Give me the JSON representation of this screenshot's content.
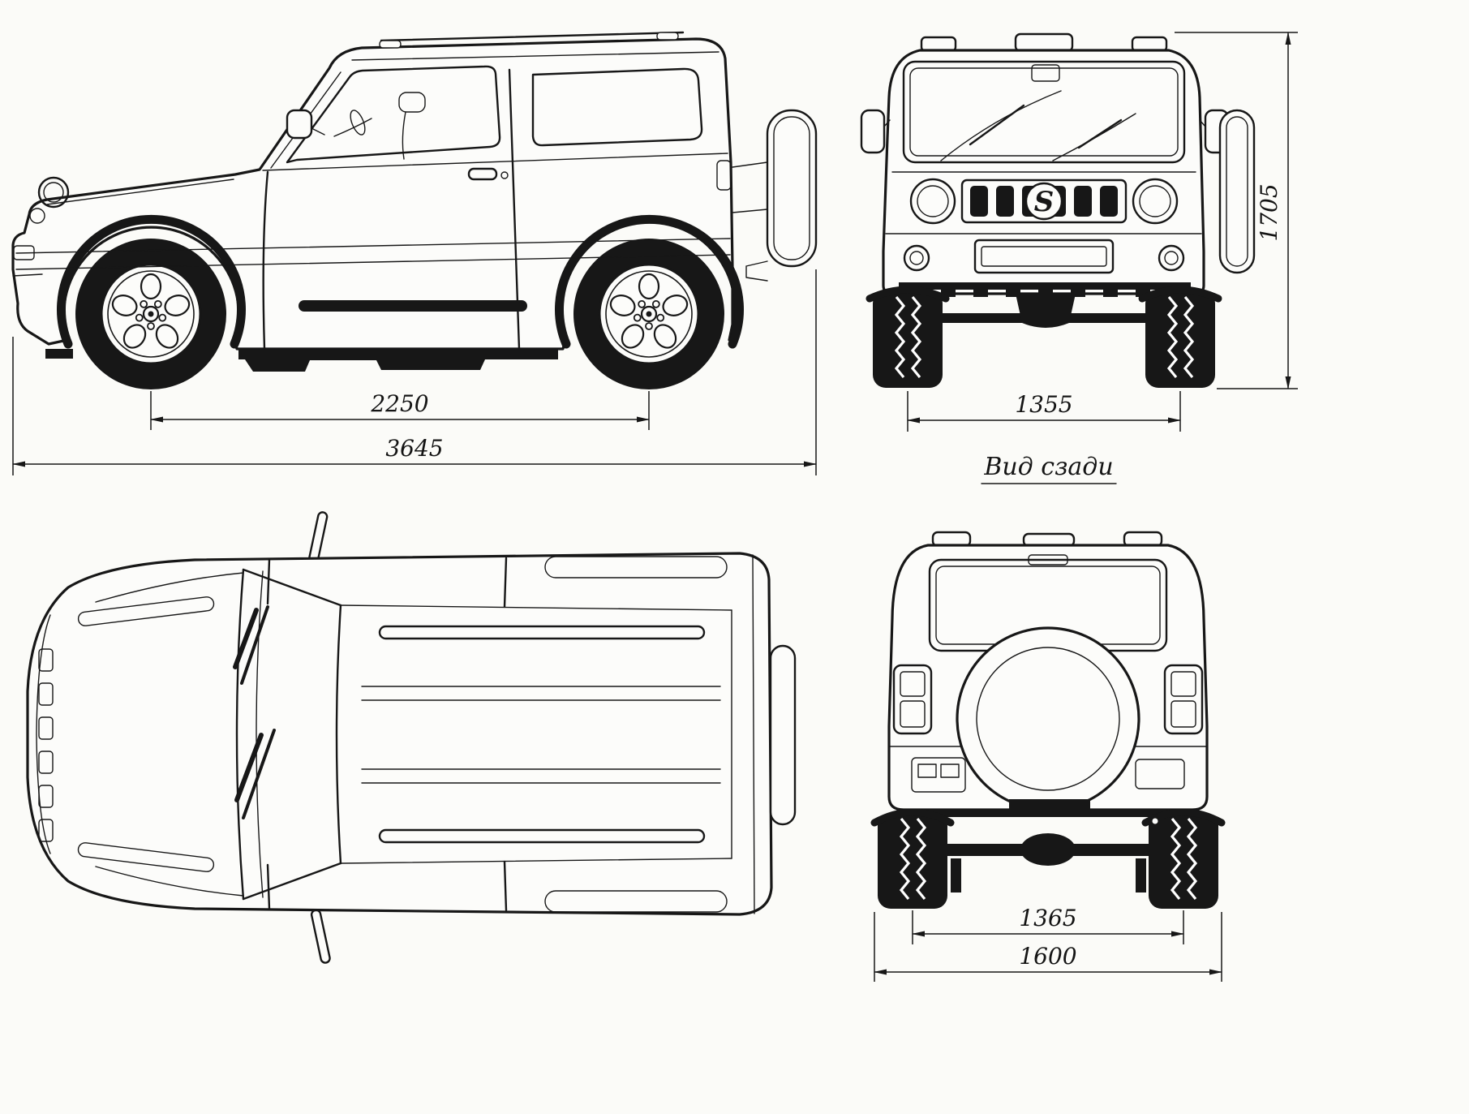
{
  "drawing": {
    "caption_rear_view": "Вид сзади",
    "logo_letter": "S"
  },
  "dimensions": {
    "wheelbase": "2250",
    "overall_length": "3645",
    "front_track": "1355",
    "overall_height": "1705",
    "rear_track": "1365",
    "overall_width": "1600"
  },
  "colors": {
    "line": "#171717",
    "paper": "#fbfbf8"
  }
}
